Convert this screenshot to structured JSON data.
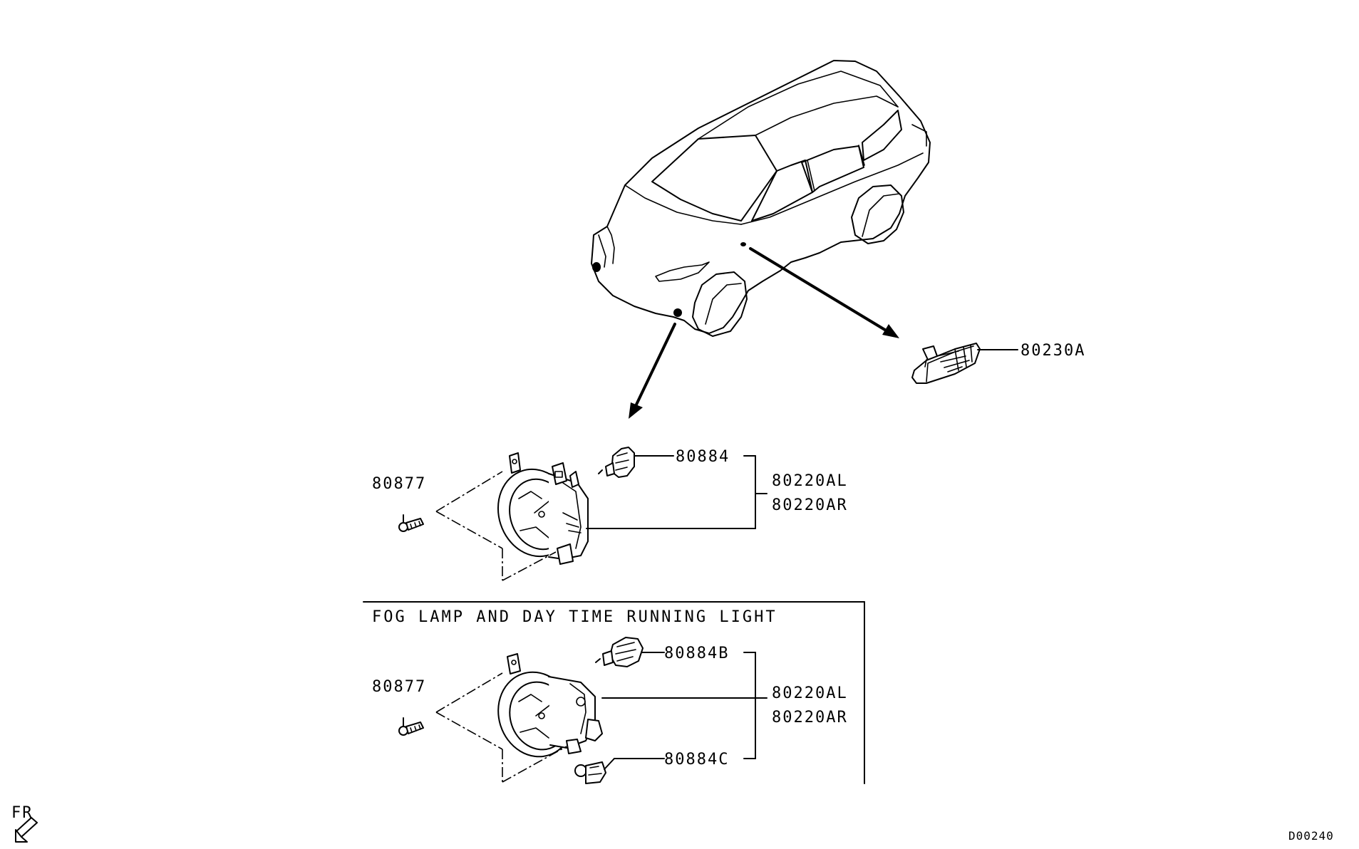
{
  "diagram": {
    "parts": {
      "side_marker": "80230A",
      "fog_bulb": "80884",
      "fog_lamp_left": "80220AL",
      "fog_lamp_right": "80220AR",
      "screw_top": "80877",
      "screw_bottom": "80877",
      "drl_bulb_upper": "80884B",
      "drl_lamp_left": "80220AL",
      "drl_lamp_right": "80220AR",
      "drl_bulb_lower": "80884C"
    },
    "section_caption": "FOG LAMP AND DAY TIME RUNNING LIGHT",
    "direction_label": "FR",
    "diagram_code": "D00240"
  }
}
